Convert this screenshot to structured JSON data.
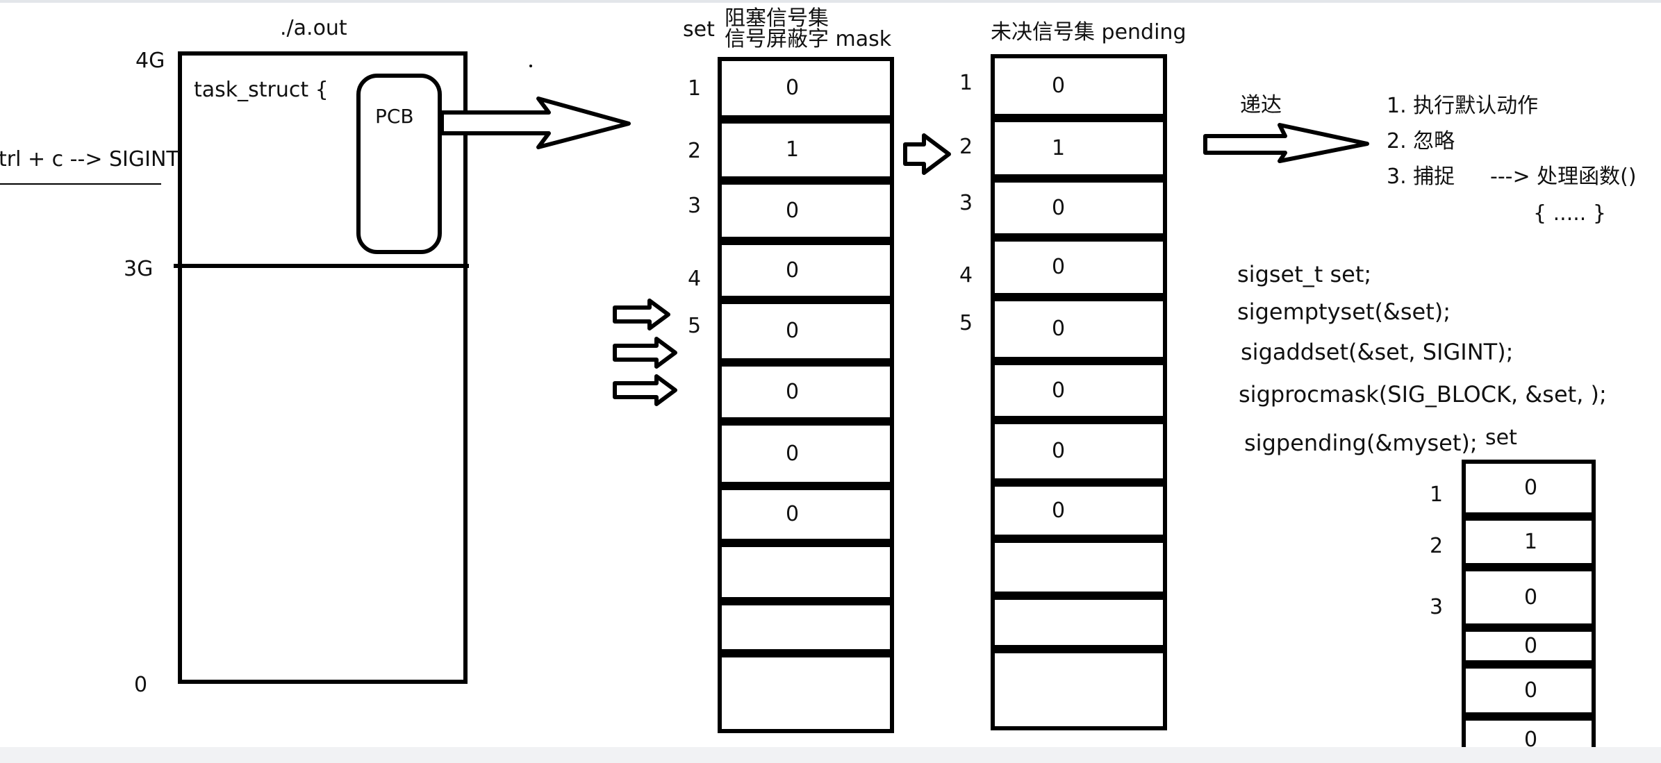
{
  "memory": {
    "title": "./a.out",
    "label_4g": "4G",
    "label_3g": "3G",
    "label_0": "0",
    "task_struct": "task_struct {",
    "pcb": "PCB",
    "ctrl_c": "trl + c --> SIGINT"
  },
  "mask": {
    "set_label": "set",
    "title_line1": "阻塞信号集",
    "title_line2": "信号屏蔽字 mask",
    "row_numbers": [
      "1",
      "2",
      "3",
      "4",
      "5"
    ],
    "values": [
      "0",
      "1",
      "0",
      "0",
      "0",
      "0",
      "0",
      "0",
      "",
      "",
      ""
    ]
  },
  "pending": {
    "title": "未决信号集 pending",
    "row_numbers": [
      "1",
      "2",
      "3",
      "4",
      "5"
    ],
    "values": [
      "0",
      "1",
      "0",
      "0",
      "0",
      "0",
      "0",
      "0",
      "",
      "",
      ""
    ]
  },
  "delivery": {
    "label": "递达",
    "options": [
      "1. 执行默认动作",
      "2. 忽略",
      "3. 捕捉"
    ],
    "handler_arrow": "---> 处理函数()",
    "handler_body": "{  ..... }"
  },
  "code": {
    "lines": [
      "sigset_t set;",
      "sigemptyset(&set);",
      "sigaddset(&set, SIGINT);",
      "sigprocmask(SIG_BLOCK, &set, );",
      "sigpending(&myset);"
    ]
  },
  "myset": {
    "set_label": "set",
    "row_numbers": [
      "1",
      "2",
      "3"
    ],
    "values": [
      "0",
      "1",
      "0",
      "0",
      "0",
      "0"
    ]
  }
}
